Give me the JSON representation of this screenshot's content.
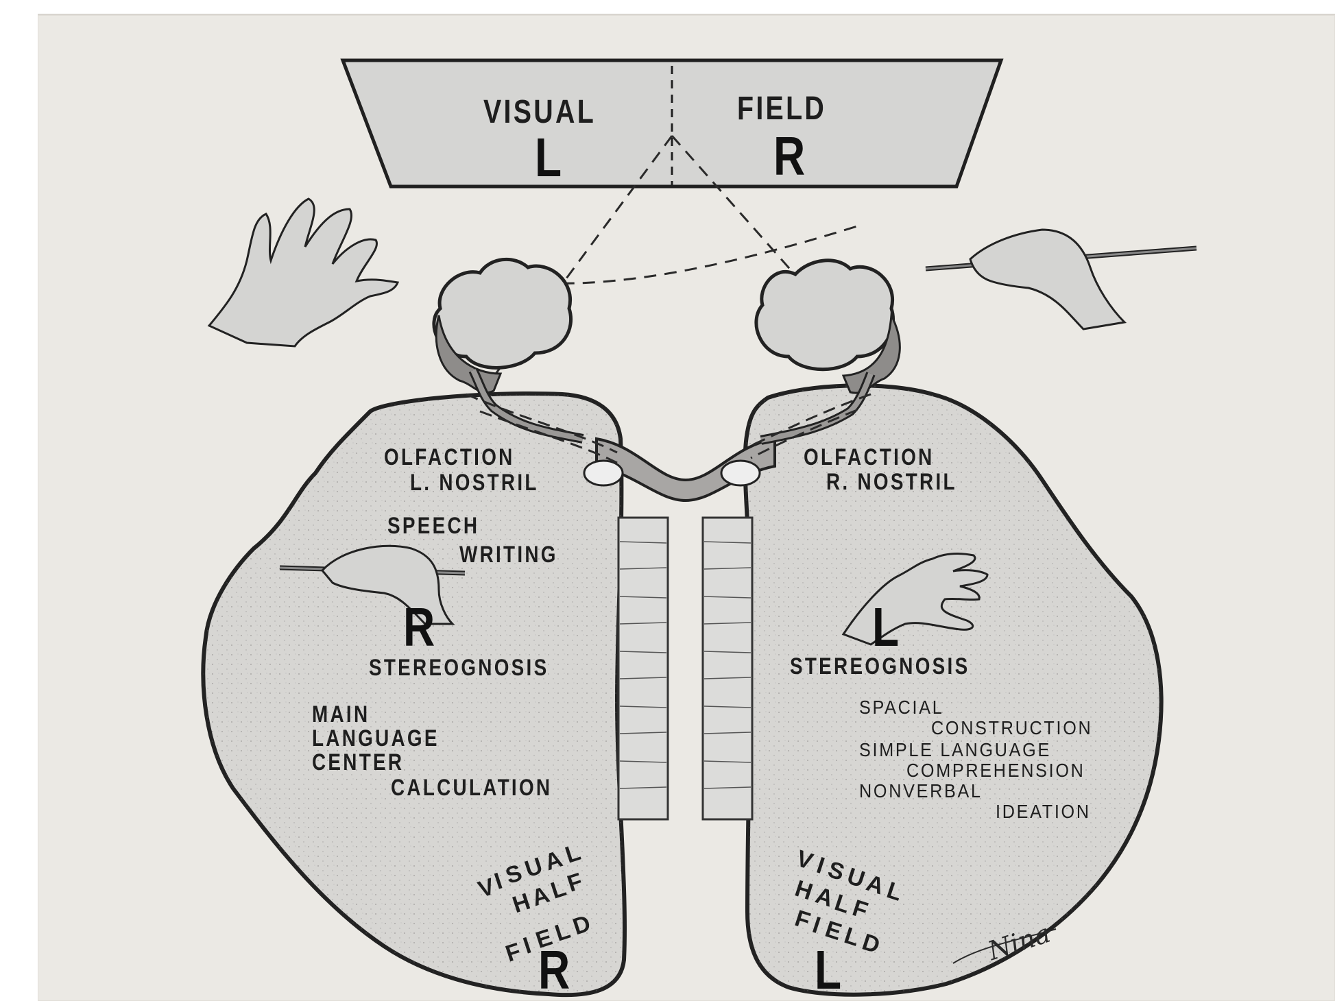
{
  "visual_field": {
    "left_word": "VISUAL",
    "right_word": "FIELD",
    "left_letter": "L",
    "right_letter": "R"
  },
  "left_hemisphere": {
    "olfaction": "OLFACTION",
    "nostril": "L. NOSTRIL",
    "speech": "SPEECH",
    "writing": "WRITING",
    "hand_letter": "R",
    "stereognosis": "STEREOGNOSIS",
    "main": "MAIN",
    "language": "LANGUAGE",
    "center": "CENTER",
    "calculation": "CALCULATION",
    "half_field_chars": {
      "visual": [
        "V",
        "I",
        "S",
        "U",
        "A",
        "L"
      ],
      "half": [
        "H",
        "A",
        "L",
        "F"
      ],
      "field": [
        "F",
        "I",
        "E",
        "L",
        "D"
      ]
    },
    "field_letter": "R"
  },
  "right_hemisphere": {
    "olfaction": "OLFACTION",
    "nostril": "R. NOSTRIL",
    "hand_letter": "L",
    "stereognosis": "STEREOGNOSIS",
    "spacial": "SPACIAL",
    "construction": "CONSTRUCTION",
    "simple_language": "SIMPLE LANGUAGE",
    "comprehension": "COMPREHENSION",
    "nonverbal": "NONVERBAL",
    "ideation": "IDEATION",
    "half_field_chars": {
      "visual": [
        "V",
        "I",
        "S",
        "U",
        "A",
        "L"
      ],
      "half": [
        "H",
        "A",
        "L",
        "F"
      ],
      "field": [
        "F",
        "I",
        "E",
        "L",
        "D"
      ]
    },
    "field_letter": "L"
  },
  "signature": "Nina",
  "colors": {
    "paper": "#ebe9e4",
    "brain_fill": "#d6d6d3",
    "outline": "#2b2b2b",
    "tract": "#9c9a98"
  }
}
